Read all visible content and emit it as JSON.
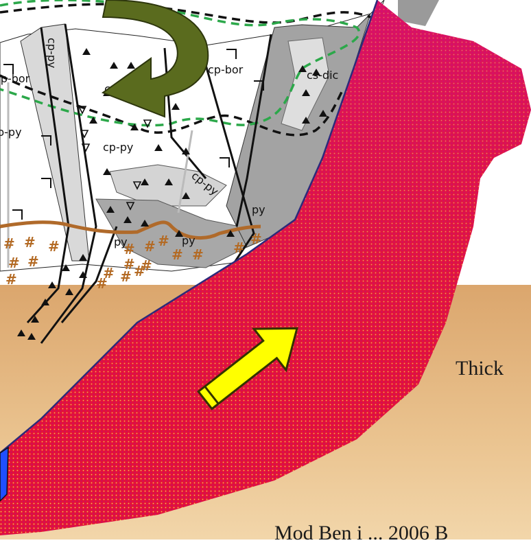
{
  "section_labels": {
    "cp_py_a": "cp-py",
    "cp_bor_left": "cp-bor",
    "cp_bor_mid": "cp-bor",
    "cs_small": "cs",
    "cs_dic": "cs-dic",
    "cp_py_left": "p-py",
    "cp_py_center": "cp-py",
    "cp_py_diag": "cp-py",
    "py_right": "py",
    "py_low": "py",
    "py_bottom": "py"
  },
  "text": {
    "thick": "Thick",
    "credit": "Mod Ben i ... 2006 B"
  },
  "colors": {
    "sand_top": "#d9a46a",
    "sand_bottom": "#f0d3a6",
    "magma": "#e8103a",
    "fault_gray": "#9c9c9c",
    "wall_gray": "#d6d6d6",
    "curl_arrow": "#5a6b1e",
    "yellow_arrow": "#ffff00",
    "dashed_green": "#2ca84a",
    "horizon": "#b06a2a"
  },
  "arrows": {
    "curl": "curved-arrow-icon",
    "push": "arrow-up-right-icon"
  }
}
